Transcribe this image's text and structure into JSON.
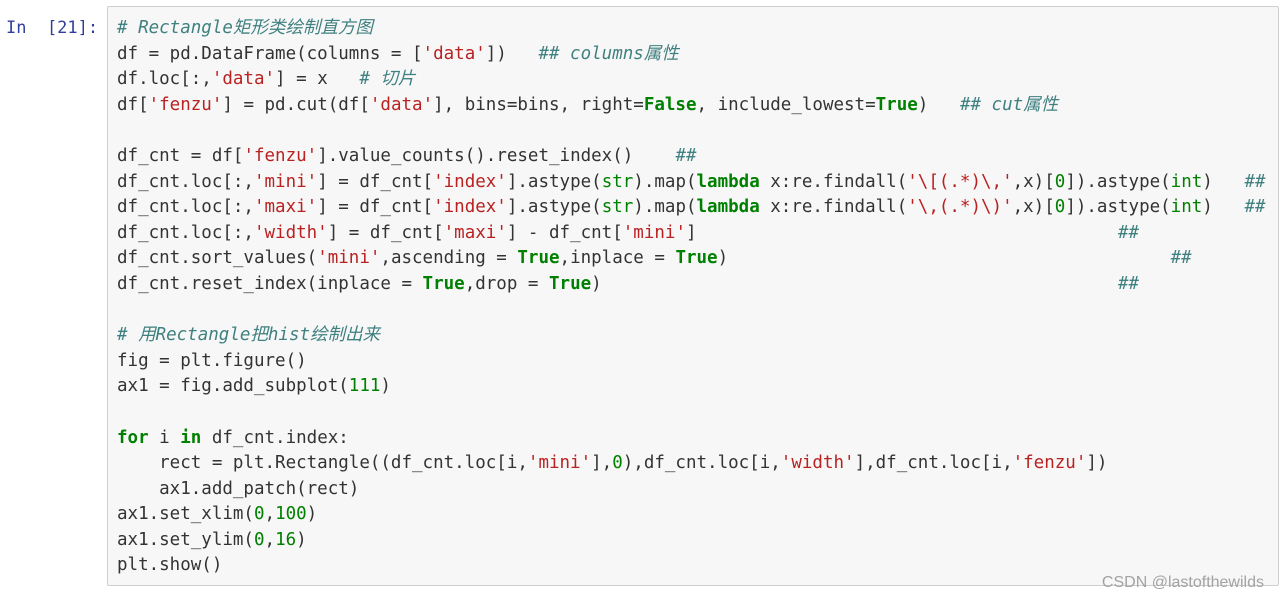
{
  "prompt": {
    "label": "In  [21]:"
  },
  "colors": {
    "prompt": "#303f9f",
    "comment": "#408080",
    "keyword": "#008000",
    "builtin": "#008000",
    "string": "#ba2121",
    "number": "#008000",
    "text": "#333333",
    "cell_background": "#f7f7f7",
    "cell_border": "#cfcfcf"
  },
  "code_lines": [
    [
      {
        "t": "comment",
        "v": "# Rectangle矩形类绘制直方图"
      }
    ],
    [
      {
        "t": "text",
        "v": "df = pd.DataFrame(columns = ["
      },
      {
        "t": "string",
        "v": "'data'"
      },
      {
        "t": "text",
        "v": "])   "
      },
      {
        "t": "comment",
        "v": "## columns属性"
      }
    ],
    [
      {
        "t": "text",
        "v": "df.loc[:,"
      },
      {
        "t": "string",
        "v": "'data'"
      },
      {
        "t": "text",
        "v": "] = x   "
      },
      {
        "t": "comment",
        "v": "# 切片"
      }
    ],
    [
      {
        "t": "text",
        "v": "df["
      },
      {
        "t": "string",
        "v": "'fenzu'"
      },
      {
        "t": "text",
        "v": "] = pd.cut(df["
      },
      {
        "t": "string",
        "v": "'data'"
      },
      {
        "t": "text",
        "v": "], bins=bins, right="
      },
      {
        "t": "keyword",
        "v": "False"
      },
      {
        "t": "text",
        "v": ", include_lowest="
      },
      {
        "t": "keyword",
        "v": "True"
      },
      {
        "t": "text",
        "v": ")   "
      },
      {
        "t": "comment",
        "v": "## cut属性"
      }
    ],
    [],
    [
      {
        "t": "text",
        "v": "df_cnt = df["
      },
      {
        "t": "string",
        "v": "'fenzu'"
      },
      {
        "t": "text",
        "v": "].value_counts().reset_index()    "
      },
      {
        "t": "comment",
        "v": "##"
      }
    ],
    [
      {
        "t": "text",
        "v": "df_cnt.loc[:,"
      },
      {
        "t": "string",
        "v": "'mini'"
      },
      {
        "t": "text",
        "v": "] = df_cnt["
      },
      {
        "t": "string",
        "v": "'index'"
      },
      {
        "t": "text",
        "v": "].astype("
      },
      {
        "t": "builtin",
        "v": "str"
      },
      {
        "t": "text",
        "v": ").map("
      },
      {
        "t": "keyword",
        "v": "lambda"
      },
      {
        "t": "text",
        "v": " x:re.findall("
      },
      {
        "t": "string",
        "v": "'\\[(.*)\\,'"
      },
      {
        "t": "text",
        "v": ",x)["
      },
      {
        "t": "number",
        "v": "0"
      },
      {
        "t": "text",
        "v": "]).astype("
      },
      {
        "t": "builtin",
        "v": "int"
      },
      {
        "t": "text",
        "v": ")   "
      },
      {
        "t": "comment",
        "v": "##"
      }
    ],
    [
      {
        "t": "text",
        "v": "df_cnt.loc[:,"
      },
      {
        "t": "string",
        "v": "'maxi'"
      },
      {
        "t": "text",
        "v": "] = df_cnt["
      },
      {
        "t": "string",
        "v": "'index'"
      },
      {
        "t": "text",
        "v": "].astype("
      },
      {
        "t": "builtin",
        "v": "str"
      },
      {
        "t": "text",
        "v": ").map("
      },
      {
        "t": "keyword",
        "v": "lambda"
      },
      {
        "t": "text",
        "v": " x:re.findall("
      },
      {
        "t": "string",
        "v": "'\\,(.*)\\)'"
      },
      {
        "t": "text",
        "v": ",x)["
      },
      {
        "t": "number",
        "v": "0"
      },
      {
        "t": "text",
        "v": "]).astype("
      },
      {
        "t": "builtin",
        "v": "int"
      },
      {
        "t": "text",
        "v": ")   "
      },
      {
        "t": "comment",
        "v": "##"
      }
    ],
    [
      {
        "t": "text",
        "v": "df_cnt.loc[:,"
      },
      {
        "t": "string",
        "v": "'width'"
      },
      {
        "t": "text",
        "v": "] = df_cnt["
      },
      {
        "t": "string",
        "v": "'maxi'"
      },
      {
        "t": "text",
        "v": "] - df_cnt["
      },
      {
        "t": "string",
        "v": "'mini'"
      },
      {
        "t": "text",
        "v": "]                                        "
      },
      {
        "t": "comment",
        "v": "##"
      }
    ],
    [
      {
        "t": "text",
        "v": "df_cnt.sort_values("
      },
      {
        "t": "string",
        "v": "'mini'"
      },
      {
        "t": "text",
        "v": ",ascending = "
      },
      {
        "t": "keyword",
        "v": "True"
      },
      {
        "t": "text",
        "v": ",inplace = "
      },
      {
        "t": "keyword",
        "v": "True"
      },
      {
        "t": "text",
        "v": ")                                          "
      },
      {
        "t": "comment",
        "v": "##"
      }
    ],
    [
      {
        "t": "text",
        "v": "df_cnt.reset_index(inplace = "
      },
      {
        "t": "keyword",
        "v": "True"
      },
      {
        "t": "text",
        "v": ",drop = "
      },
      {
        "t": "keyword",
        "v": "True"
      },
      {
        "t": "text",
        "v": ")                                                 "
      },
      {
        "t": "comment",
        "v": "##"
      }
    ],
    [],
    [
      {
        "t": "comment",
        "v": "# 用Rectangle把hist绘制出来"
      }
    ],
    [
      {
        "t": "text",
        "v": "fig = plt.figure()"
      }
    ],
    [
      {
        "t": "text",
        "v": "ax1 = fig.add_subplot("
      },
      {
        "t": "number",
        "v": "111"
      },
      {
        "t": "text",
        "v": ")"
      }
    ],
    [],
    [
      {
        "t": "keyword",
        "v": "for"
      },
      {
        "t": "text",
        "v": " i "
      },
      {
        "t": "keyword",
        "v": "in"
      },
      {
        "t": "text",
        "v": " df_cnt.index:"
      }
    ],
    [
      {
        "t": "text",
        "v": "    rect = plt.Rectangle((df_cnt.loc[i,"
      },
      {
        "t": "string",
        "v": "'mini'"
      },
      {
        "t": "text",
        "v": "],"
      },
      {
        "t": "number",
        "v": "0"
      },
      {
        "t": "text",
        "v": "),df_cnt.loc[i,"
      },
      {
        "t": "string",
        "v": "'width'"
      },
      {
        "t": "text",
        "v": "],df_cnt.loc[i,"
      },
      {
        "t": "string",
        "v": "'fenzu'"
      },
      {
        "t": "text",
        "v": "])"
      }
    ],
    [
      {
        "t": "text",
        "v": "    ax1.add_patch(rect)"
      }
    ],
    [
      {
        "t": "text",
        "v": "ax1.set_xlim("
      },
      {
        "t": "number",
        "v": "0"
      },
      {
        "t": "text",
        "v": ","
      },
      {
        "t": "number",
        "v": "100"
      },
      {
        "t": "text",
        "v": ")"
      }
    ],
    [
      {
        "t": "text",
        "v": "ax1.set_ylim("
      },
      {
        "t": "number",
        "v": "0"
      },
      {
        "t": "text",
        "v": ","
      },
      {
        "t": "number",
        "v": "16"
      },
      {
        "t": "text",
        "v": ")"
      }
    ],
    [
      {
        "t": "text",
        "v": "plt.show()"
      }
    ]
  ],
  "watermark": {
    "text": "CSDN @lastofthewilds"
  }
}
